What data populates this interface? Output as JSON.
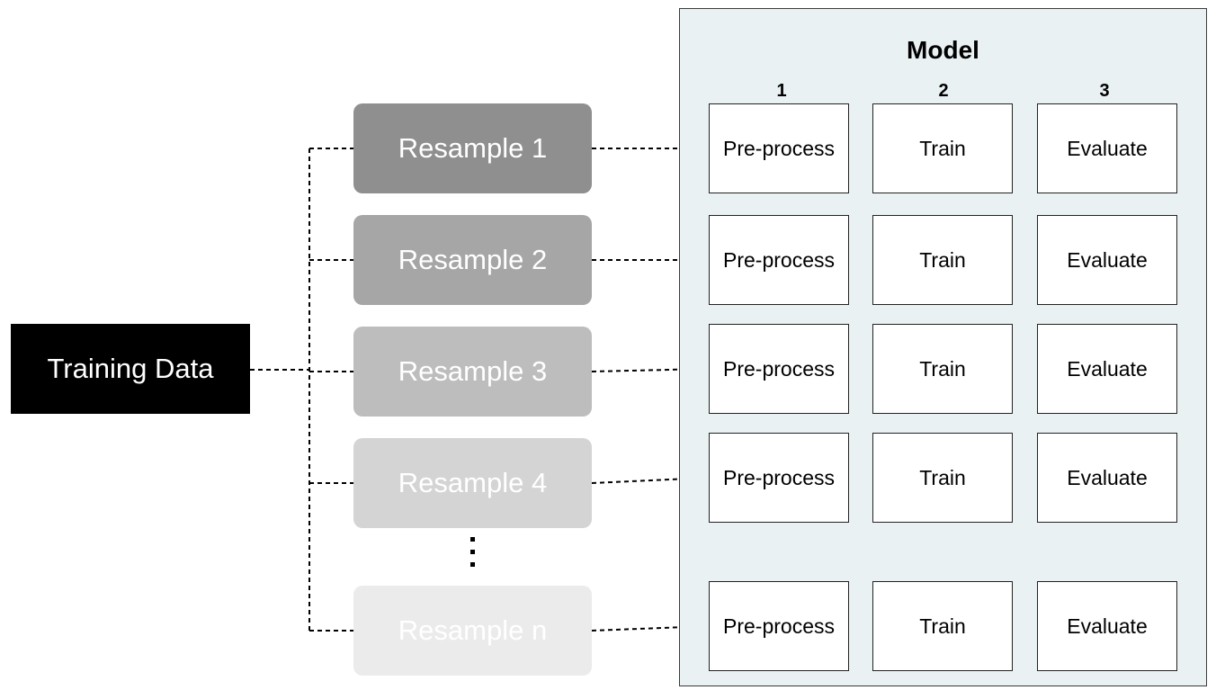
{
  "source": {
    "label": "Training Data"
  },
  "resamples": [
    {
      "label": "Resample 1",
      "color": "#8f8f8f"
    },
    {
      "label": "Resample 2",
      "color": "#a6a6a6"
    },
    {
      "label": "Resample 3",
      "color": "#bdbdbd"
    },
    {
      "label": "Resample 4",
      "color": "#d4d4d4"
    },
    {
      "label": "Resample n",
      "color": "#ebebeb"
    }
  ],
  "model": {
    "title": "Model",
    "step_numbers": [
      "1",
      "2",
      "3"
    ],
    "steps": [
      "Pre-process",
      "Train",
      "Evaluate"
    ]
  },
  "colors": {
    "panel": "#e9f1f3",
    "source": "#000000"
  }
}
